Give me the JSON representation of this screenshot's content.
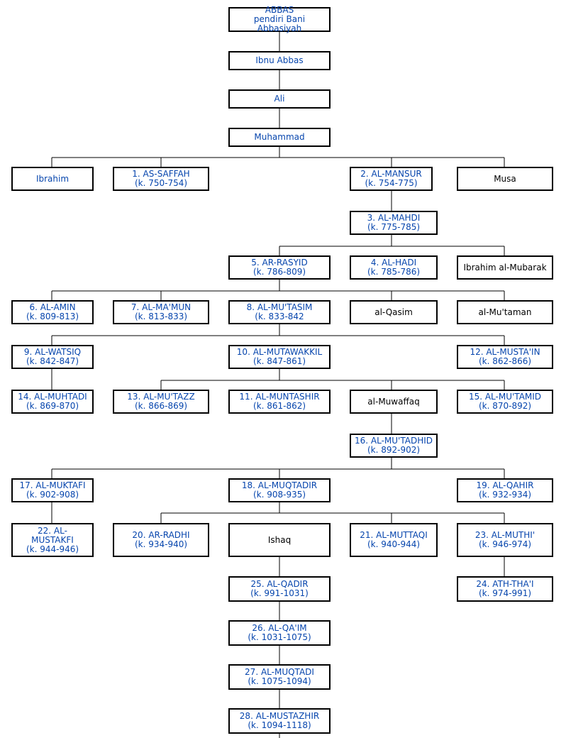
{
  "colors": {
    "link": "#0645ad",
    "text": "#000000",
    "border": "#000000"
  },
  "nodes": {
    "abbas": {
      "line1": "ABBAS",
      "line2": "pendiri Bani Abbasiyah"
    },
    "ibnu_abbas": {
      "line1": "Ibnu Abbas"
    },
    "ali": {
      "line1": "Ali"
    },
    "muhammad": {
      "line1": "Muhammad"
    },
    "ibrahim": {
      "line1": "Ibrahim"
    },
    "saffah": {
      "line1": "1. AS-SAFFAH",
      "line2": "(k. 750-754)"
    },
    "mansur": {
      "line1": "2. AL-MANSUR",
      "line2": "(k. 754-775)"
    },
    "musa": {
      "line1": "Musa"
    },
    "mahdi": {
      "line1": "3. AL-MAHDI",
      "line2": "(k. 775-785)"
    },
    "rasyid": {
      "line1": "5. AR-RASYID",
      "line2": "(k. 786-809)"
    },
    "hadi": {
      "line1": "4. AL-HADI",
      "line2": "(k. 785-786)"
    },
    "ibrahim_mubarak": {
      "line1": "Ibrahim al-Mubarak"
    },
    "amin": {
      "line1": "6. AL-AMIN",
      "line2": "(k. 809-813)"
    },
    "mamun": {
      "line1": "7. AL-MA'MUN",
      "line2": "(k. 813-833)"
    },
    "mutasim": {
      "line1": "8. AL-MU'TASIM",
      "line2": "(k. 833-842"
    },
    "qasim": {
      "line1": "al-Qasim"
    },
    "mutaman": {
      "line1": "al-Mu'taman"
    },
    "watsiq": {
      "line1": "9. AL-WATSIQ",
      "line2": "(k. 842-847)"
    },
    "mutawakkil": {
      "line1": "10. AL-MUTAWAKKIL",
      "line2": "(k. 847-861)"
    },
    "mustain": {
      "line1": "12. AL-MUSTA'IN",
      "line2": "(k. 862-866)"
    },
    "muhtadi": {
      "line1": "14. AL-MUHTADI",
      "line2": "(k. 869-870)"
    },
    "mutazz": {
      "line1": "13. AL-MU'TAZZ",
      "line2": "(k. 866-869)"
    },
    "muntashir": {
      "line1": "11. AL-MUNTASHIR",
      "line2": "(k. 861-862)"
    },
    "muwaffaq": {
      "line1": "al-Muwaffaq"
    },
    "mutamid": {
      "line1": "15. AL-MU'TAMID",
      "line2": "(k. 870-892)"
    },
    "mutadhid": {
      "line1": "16. AL-MU'TADHID",
      "line2": "(k. 892-902)"
    },
    "muktafi": {
      "line1": "17. AL-MUKTAFI",
      "line2": "(k. 902-908)"
    },
    "muqtadir": {
      "line1": "18. AL-MUQTADIR",
      "line2": "(k. 908-935)"
    },
    "qahir": {
      "line1": "19. AL-QAHIR",
      "line2": "(k. 932-934)"
    },
    "mustakfi": {
      "line1": "22. AL-",
      "line2": "MUSTAKFI",
      "line3": "(k. 944-946)"
    },
    "radhi": {
      "line1": "20. AR-RADHI",
      "line2": "(k. 934-940)"
    },
    "ishaq": {
      "line1": "Ishaq"
    },
    "muttaqi": {
      "line1": "21. AL-MUTTAQI",
      "line2": "(k. 940-944)"
    },
    "muthi": {
      "line1": "23. AL-MUTHI'",
      "line2": "(k. 946-974)"
    },
    "qadir": {
      "line1": "25. AL-QADIR",
      "line2": "(k. 991-1031)"
    },
    "thai": {
      "line1": "24. ATH-THA'I",
      "line2": "(k. 974-991)"
    },
    "qaim": {
      "line1": "26. AL-QA'IM",
      "line2": "(k. 1031-1075)"
    },
    "muqtadi": {
      "line1": "27. AL-MUQTADI",
      "line2": "(k. 1075-1094)"
    },
    "mustazhir": {
      "line1": "28. AL-MUSTAZHIR",
      "line2": "(k. 1094-1118)"
    }
  }
}
